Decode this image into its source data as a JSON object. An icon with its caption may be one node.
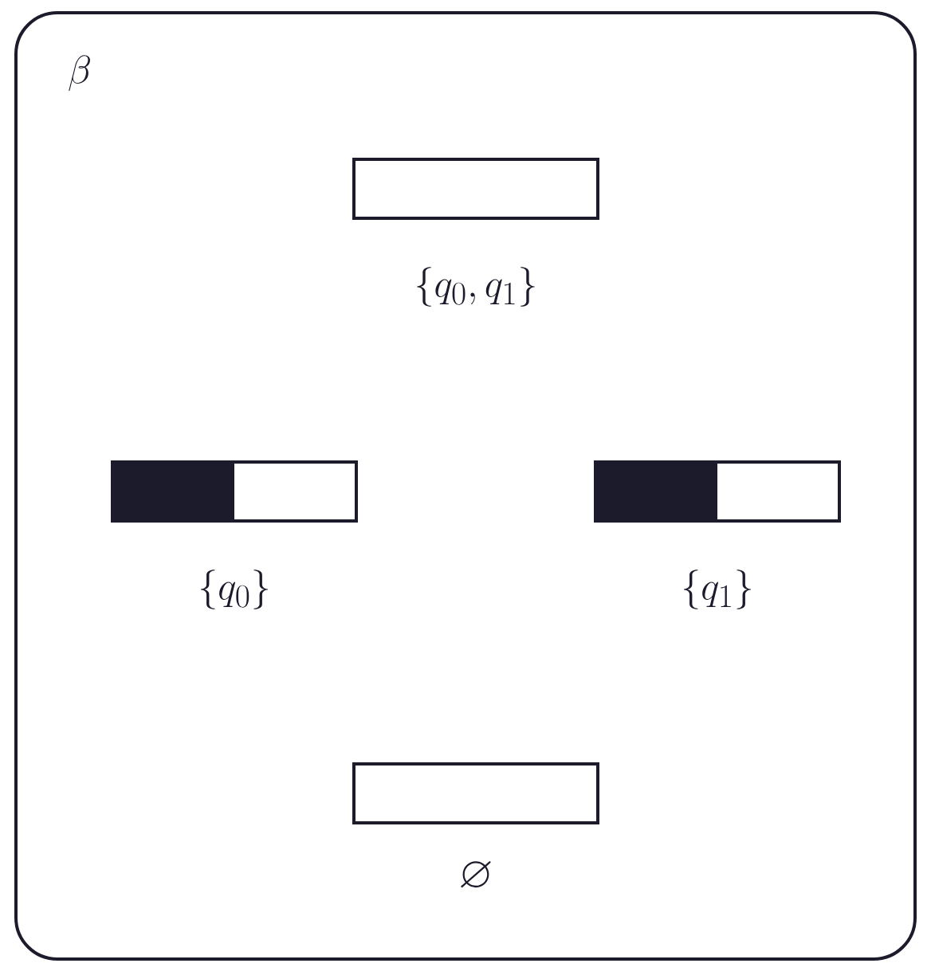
{
  "diagram": {
    "nodes": [
      {
        "text": [
          "\\beta"
        ]
      },
      {
        "text": [
          "\\{q_0, q_1\\}"
        ],
        "in": 0
      },
      {
        "text": [
          "\\{q_0\\}"
        ],
        "in": 0
      },
      {
        "text": [
          "\\{q_1\\}"
        ],
        "in": 0
      },
      {
        "text": [
          "\\varnothing"
        ],
        "in": 0
      }
    ]
  }
}
